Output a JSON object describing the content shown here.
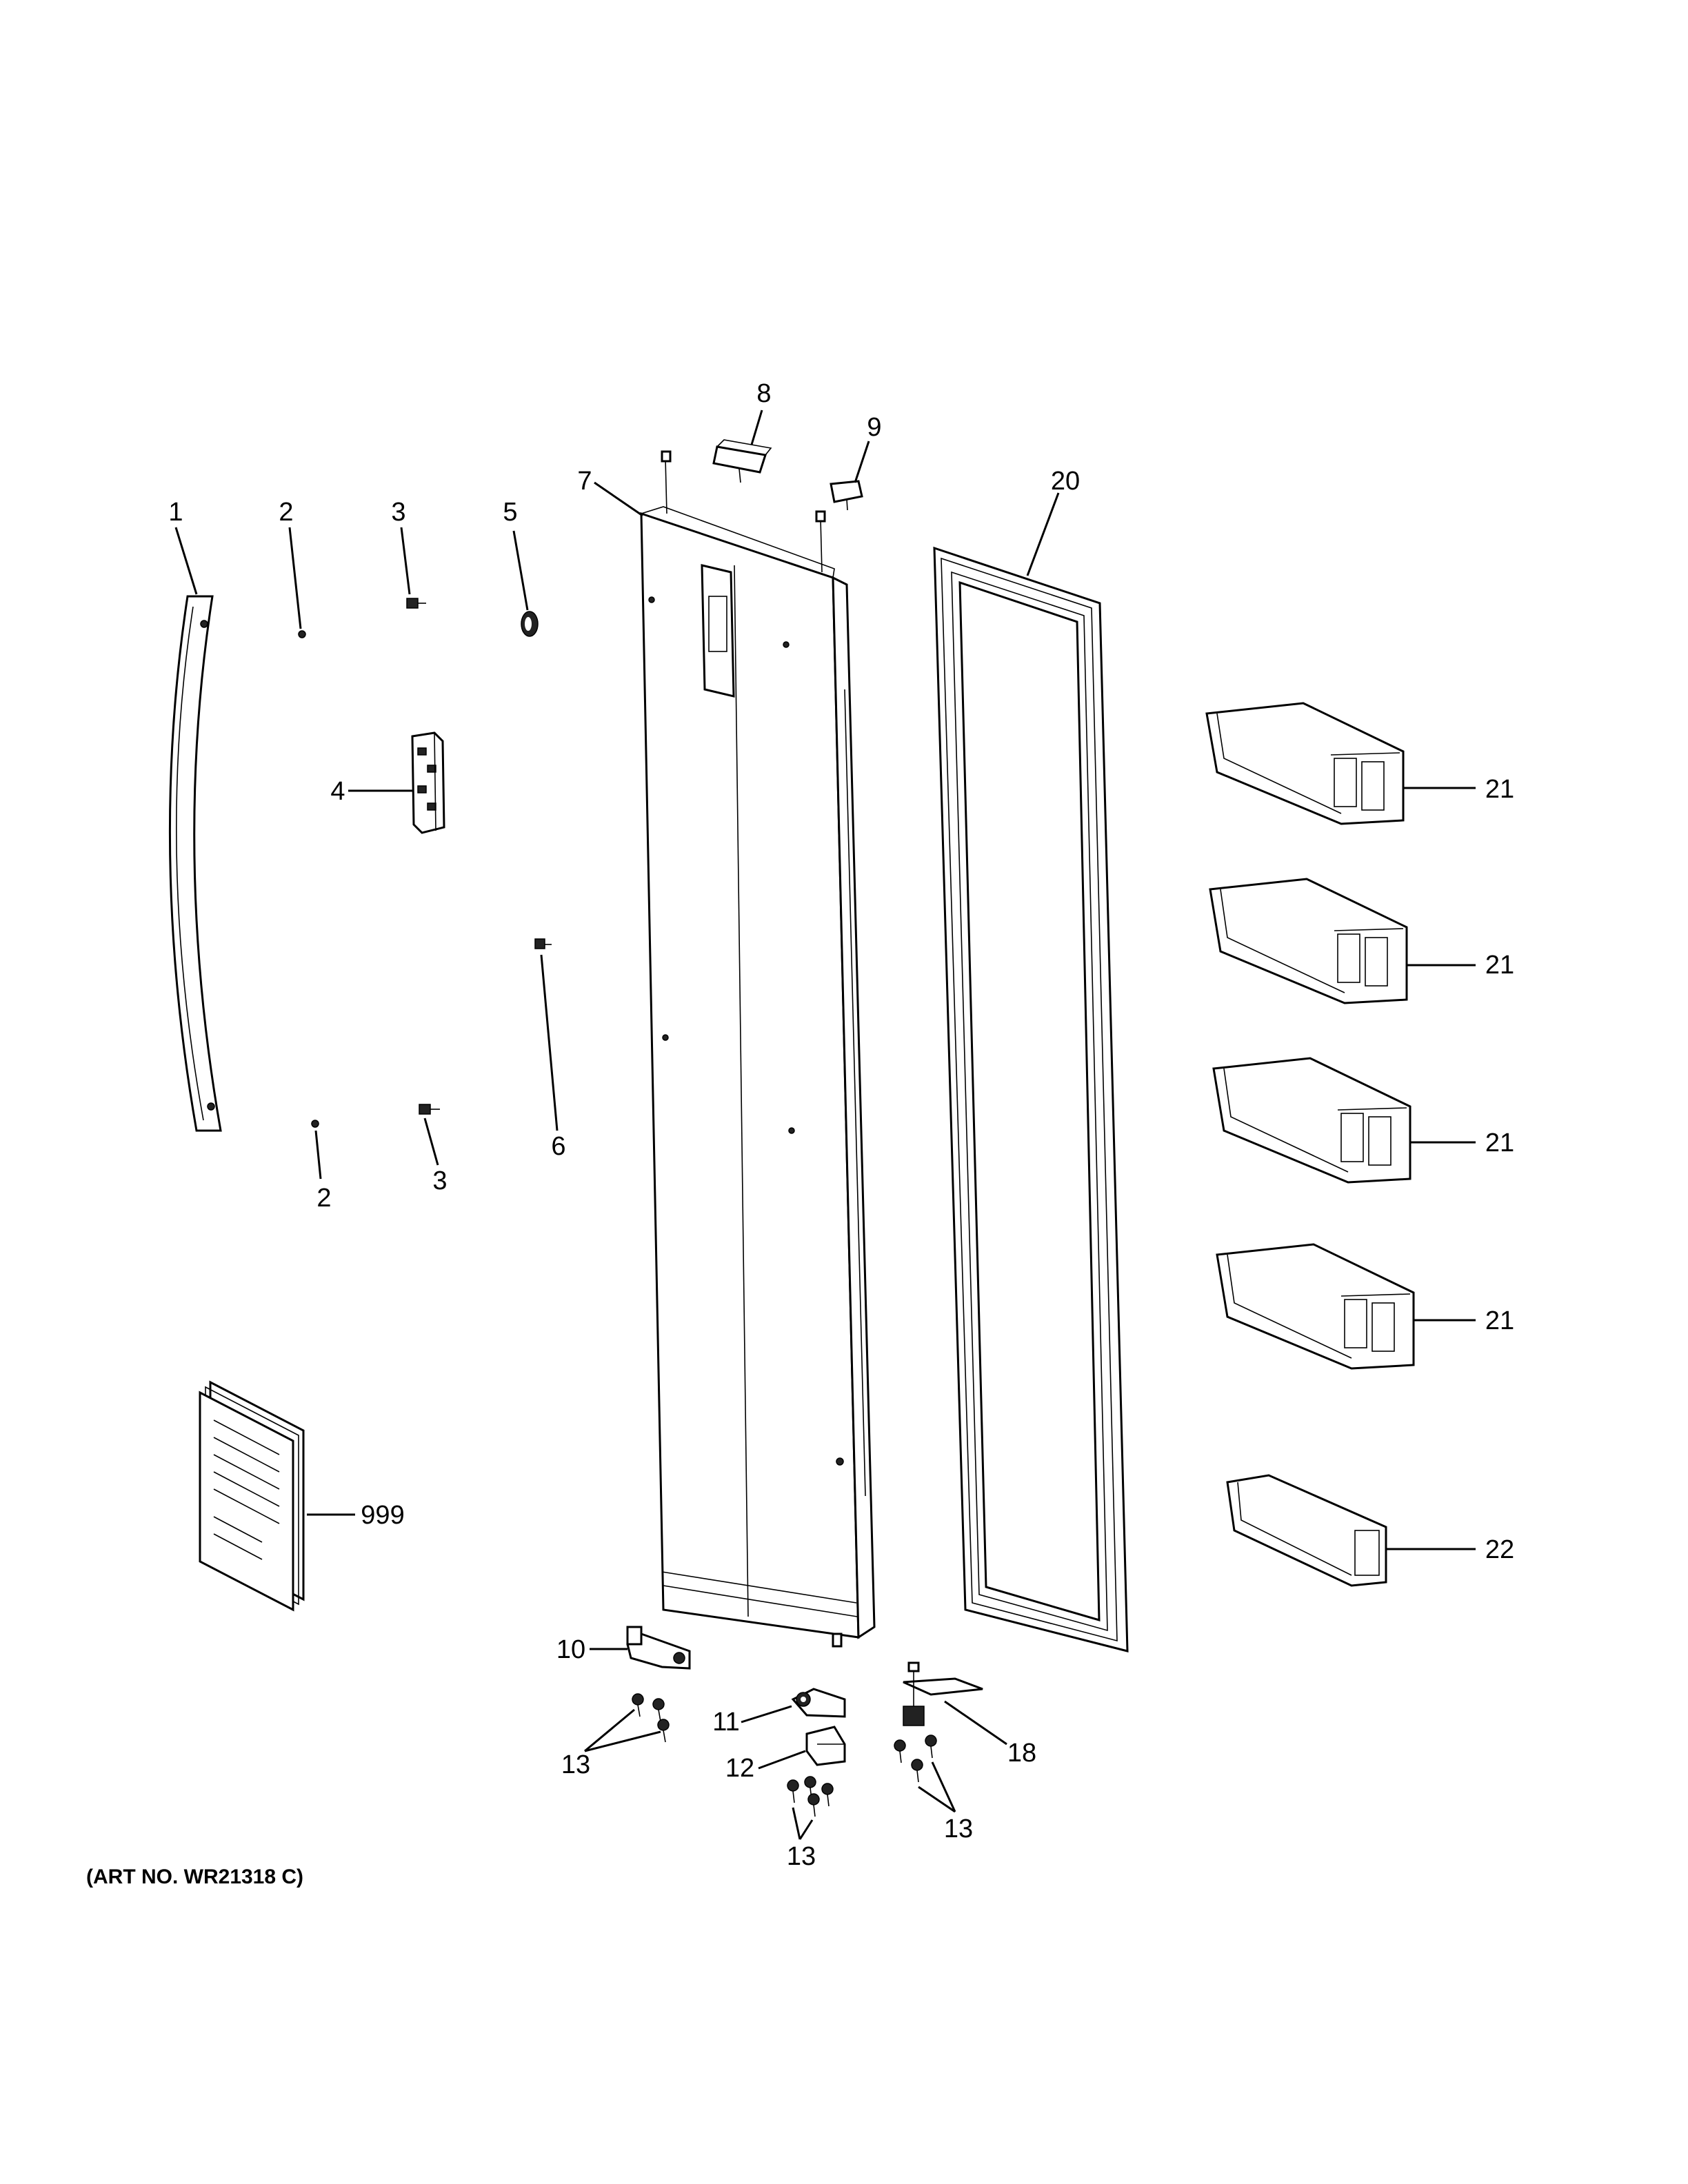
{
  "callouts": {
    "c1": "1",
    "c2a": "2",
    "c2b": "2",
    "c3a": "3",
    "c3b": "3",
    "c4": "4",
    "c5": "5",
    "c6": "6",
    "c7": "7",
    "c8": "8",
    "c9": "9",
    "c10": "10",
    "c11": "11",
    "c12": "12",
    "c13a": "13",
    "c13b": "13",
    "c13c": "13",
    "c18": "18",
    "c20": "20",
    "c21a": "21",
    "c21b": "21",
    "c21c": "21",
    "c21d": "21",
    "c22": "22",
    "c999": "999"
  },
  "art_number": "(ART NO. WR21318 C)"
}
